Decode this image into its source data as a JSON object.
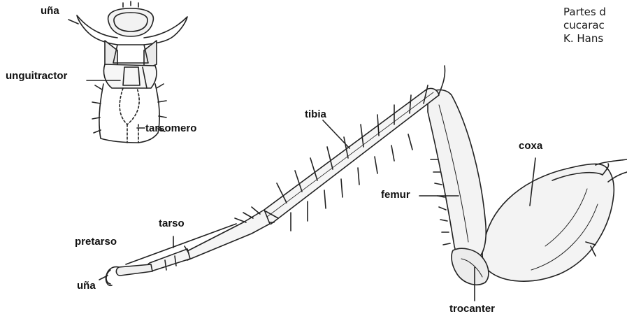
{
  "labels": {
    "una_top": "uña",
    "unguitractor": "unguitractor",
    "tarsomero": "tarsomero",
    "tibia": "tibia",
    "coxa": "coxa",
    "femur": "femur",
    "tarso": "tarso",
    "pretarso": "pretarso",
    "una_bottom": "uña",
    "trocanter": "trocanter"
  },
  "caption": {
    "line1": "Partes d",
    "line2": "cucarac",
    "line3": "K. Hans"
  },
  "colors": {
    "ink": "#111111",
    "background": "#ffffff"
  }
}
